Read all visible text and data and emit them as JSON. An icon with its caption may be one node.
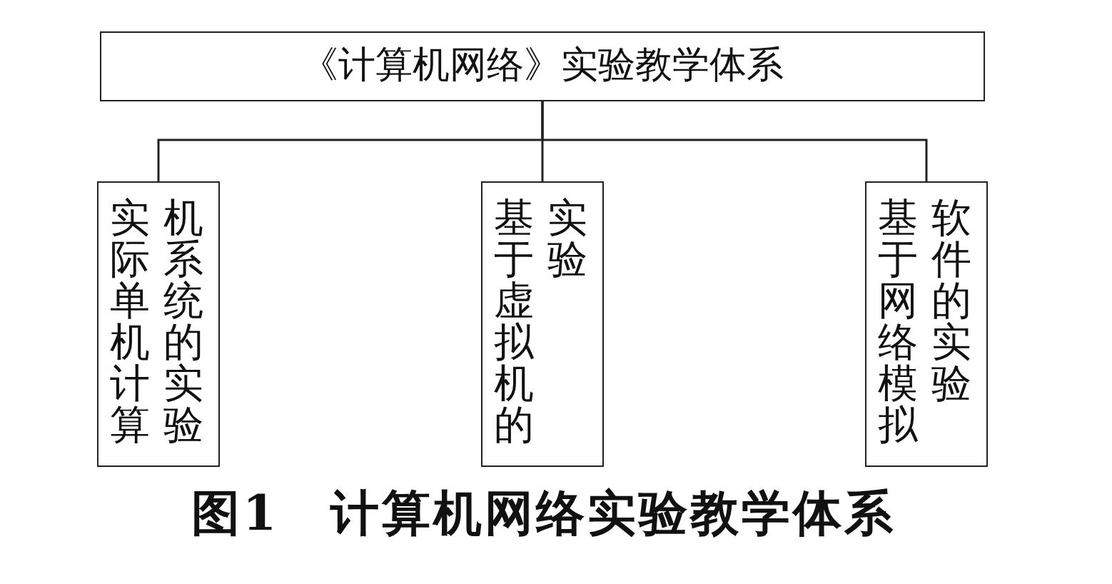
{
  "diagram": {
    "caption": "图1　计算机网络实验教学体系",
    "nodes": [
      {
        "text": [
          "《计算机网络》实验教学体系"
        ]
      },
      {
        "text": [
          "实际单机计算机系统的实验"
        ]
      },
      {
        "text": [
          "基于虚拟机的实验"
        ]
      },
      {
        "text": [
          "基于网络模拟软件的实验"
        ]
      }
    ],
    "edges": [
      {
        "from": 0,
        "to": 1,
        "arrow": "none"
      },
      {
        "from": 0,
        "to": 2,
        "arrow": "none"
      },
      {
        "from": 0,
        "to": 3,
        "arrow": "none"
      }
    ]
  }
}
